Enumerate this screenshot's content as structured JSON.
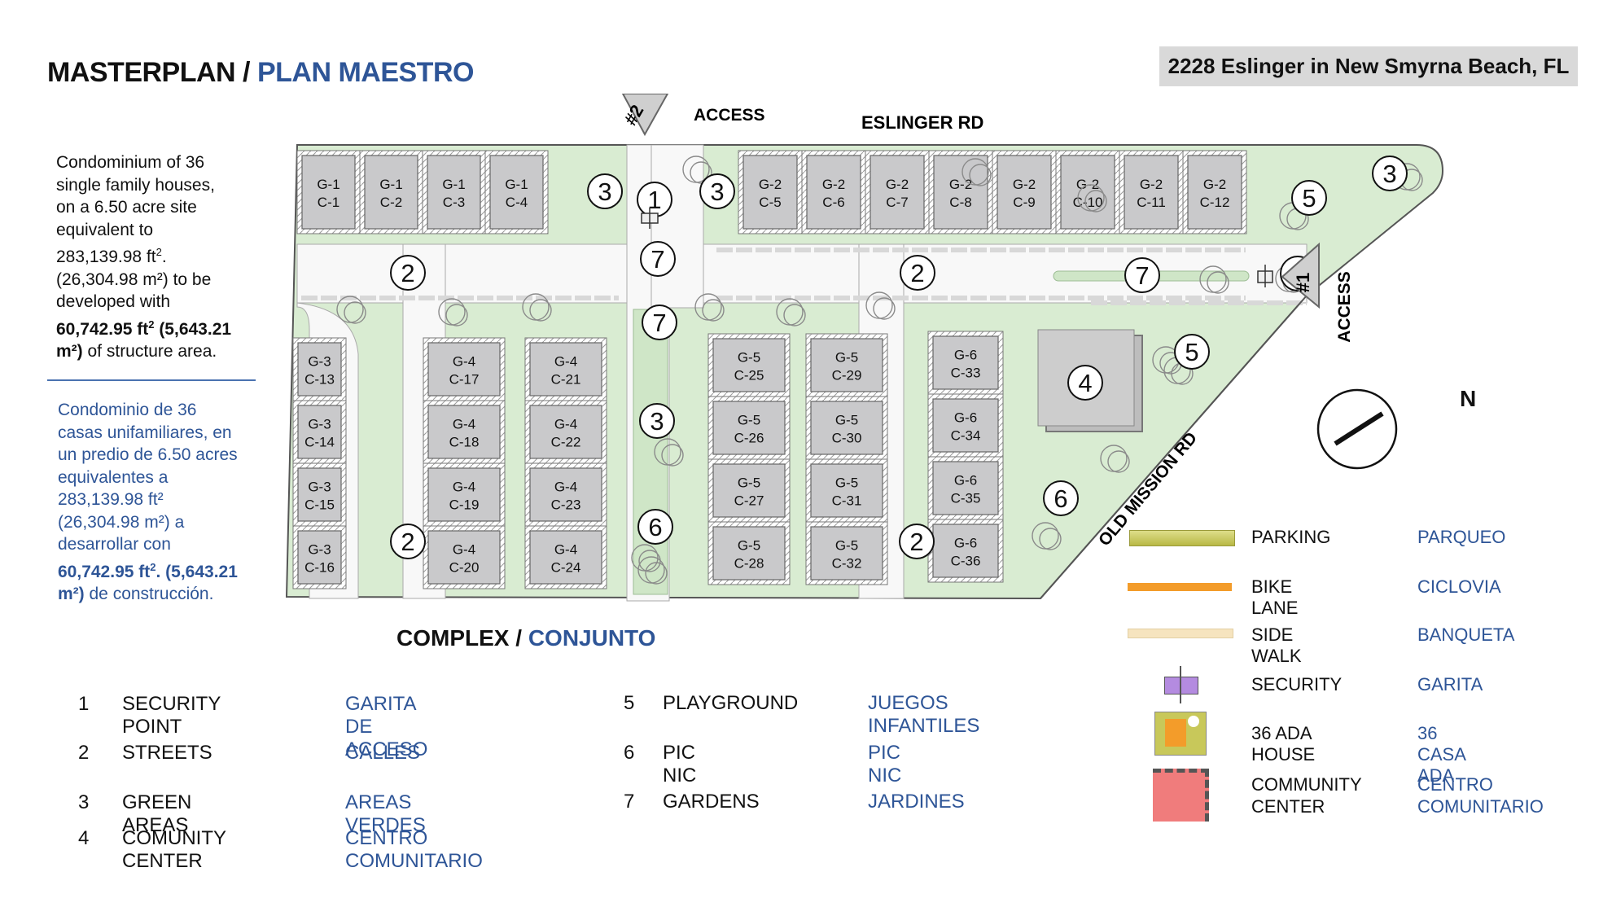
{
  "header": {
    "title_en": "MASTERPLAN",
    "title_sep": " / ",
    "title_es": "PLAN MAESTRO",
    "address": "2228 Eslinger in New Smyrna Beach, FL"
  },
  "description": {
    "en_lines": [
      "Condominium of 36",
      "single family houses,",
      "on a 6.50 acre site",
      "equivalent to"
    ],
    "en_area": "283,139.98 ft",
    "en_area2": "(26,304.98 m²) to be",
    "en_dev": "developed with",
    "en_bold1": "60,742.95 ft",
    "en_bold2": " (5,643.21",
    "en_bold3": "m²)",
    "en_tail": " of structure area.",
    "es_lines": [
      "Condominio de 36",
      "casas unifamiliares, en",
      "un predio de 6.50 acres",
      "equivalentes a",
      "283,139.98 ft²",
      "(26,304.98 m²) a",
      "desarrollar con"
    ],
    "es_bold1": "60,742.95 ft",
    "es_bold2": ". (5,643.21",
    "es_bold3": "m²)",
    "es_tail": " de construcción.",
    "sup": "2"
  },
  "map": {
    "road_top": "ESLINGER RD",
    "road_diag": "OLD MISSION RD",
    "access_label": "ACCESS",
    "access2": "#2",
    "access1": "#1",
    "north": "N",
    "lots_top_left": [
      [
        "G-1",
        "C-1"
      ],
      [
        "G-1",
        "C-2"
      ],
      [
        "G-1",
        "C-3"
      ],
      [
        "G-1",
        "C-4"
      ]
    ],
    "lots_top_right": [
      [
        "G-2",
        "C-5"
      ],
      [
        "G-2",
        "C-6"
      ],
      [
        "G-2",
        "C-7"
      ],
      [
        "G-2",
        "C-8"
      ],
      [
        "G-2",
        "C-9"
      ],
      [
        "G-2",
        "C-10"
      ],
      [
        "G-2",
        "C-11"
      ],
      [
        "G-2",
        "C-12"
      ]
    ],
    "lots_g3": [
      [
        "G-3",
        "C-13"
      ],
      [
        "G-3",
        "C-14"
      ],
      [
        "G-3",
        "C-15"
      ],
      [
        "G-3",
        "C-16"
      ]
    ],
    "lots_g4a": [
      [
        "G-4",
        "C-17"
      ],
      [
        "G-4",
        "C-18"
      ],
      [
        "G-4",
        "C-19"
      ],
      [
        "G-4",
        "C-20"
      ]
    ],
    "lots_g4b": [
      [
        "G-4",
        "C-21"
      ],
      [
        "G-4",
        "C-22"
      ],
      [
        "G-4",
        "C-23"
      ],
      [
        "G-4",
        "C-24"
      ]
    ],
    "lots_g5a": [
      [
        "G-5",
        "C-25"
      ],
      [
        "G-5",
        "C-26"
      ],
      [
        "G-5",
        "C-27"
      ],
      [
        "G-5",
        "C-28"
      ]
    ],
    "lots_g5b": [
      [
        "G-5",
        "C-29"
      ],
      [
        "G-5",
        "C-30"
      ],
      [
        "G-5",
        "C-31"
      ],
      [
        "G-5",
        "C-32"
      ]
    ],
    "lots_g6": [
      [
        "G-6",
        "C-33"
      ],
      [
        "G-6",
        "C-34"
      ],
      [
        "G-6",
        "C-35"
      ],
      [
        "G-6",
        "C-36"
      ]
    ],
    "markers": [
      "3",
      "1",
      "3",
      "3",
      "5",
      "2",
      "7",
      "2",
      "7",
      "1",
      "7",
      "5",
      "4",
      "3",
      "6",
      "2",
      "2",
      "6"
    ]
  },
  "complex": {
    "en": "COMPLEX",
    "sep": " / ",
    "es": "CONJUNTO"
  },
  "legend_numbers": [
    {
      "n": "1",
      "en": "SECURITY POINT",
      "es": "GARITA DE ACCESO"
    },
    {
      "n": "2",
      "en": "STREETS",
      "es": "CALLES"
    },
    {
      "n": "3",
      "en": "GREEN AREAS",
      "es": "AREAS VERDES"
    },
    {
      "n": "4",
      "en": "COMUNITY CENTER",
      "es": "CENTRO COMUNITARIO"
    },
    {
      "n": "5",
      "en": "PLAYGROUND",
      "es": "JUEGOS INFANTILES"
    },
    {
      "n": "6",
      "en": "PIC NIC",
      "es": "PIC NIC"
    },
    {
      "n": "7",
      "en": "GARDENS",
      "es": "JARDINES"
    }
  ],
  "legend_symbols": [
    {
      "en": "PARKING",
      "es": "PARQUEO"
    },
    {
      "en": "BIKE LANE",
      "es": "CICLOVIA"
    },
    {
      "en": "SIDE WALK",
      "es": "BANQUETA"
    },
    {
      "en": "SECURITY",
      "es": "GARITA"
    },
    {
      "en": "36 ADA HOUSE",
      "es": "36 CASA ADA"
    },
    {
      "en": "COMMUNITY",
      "en2": "CENTER",
      "es": "CENTRO",
      "es2": "COMUNITARIO"
    }
  ],
  "colors": {
    "green": "#d9ecd2",
    "lot": "#c9c9cb",
    "road": "#f7f7f7",
    "blue": "#2e5597",
    "parking": "#c8c85a",
    "bike": "#f39c2a",
    "sidewalk": "#f6e4bf",
    "security": "#b48be0",
    "community": "#f07c7c"
  }
}
